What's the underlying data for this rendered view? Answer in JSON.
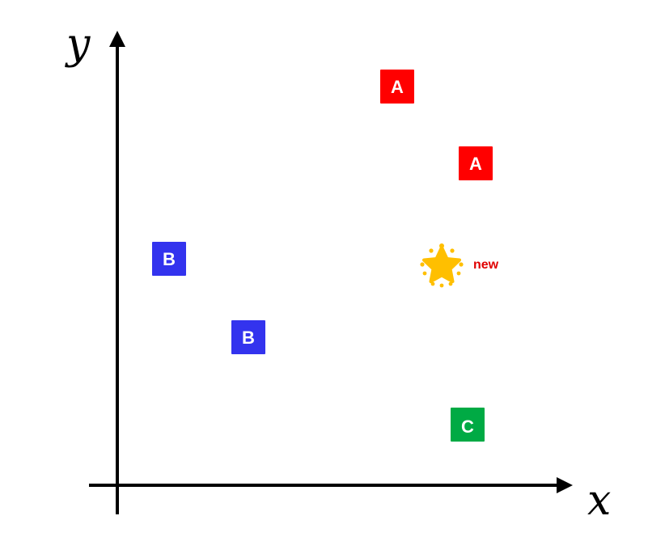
{
  "colors": {
    "A": "#ff0000",
    "B": "#3333ee",
    "C": "#00aa44",
    "star": "#ffbf00",
    "new_label": "#e00000",
    "axis": "#000000"
  },
  "axes": {
    "x_title": "x",
    "y_title": "y"
  },
  "points": [
    {
      "class": "A",
      "label": "A"
    },
    {
      "class": "A",
      "label": "A"
    },
    {
      "class": "B",
      "label": "B"
    },
    {
      "class": "B",
      "label": "B"
    },
    {
      "class": "C",
      "label": "C"
    }
  ],
  "new_point": {
    "label": "new",
    "icon": "star-icon"
  }
}
